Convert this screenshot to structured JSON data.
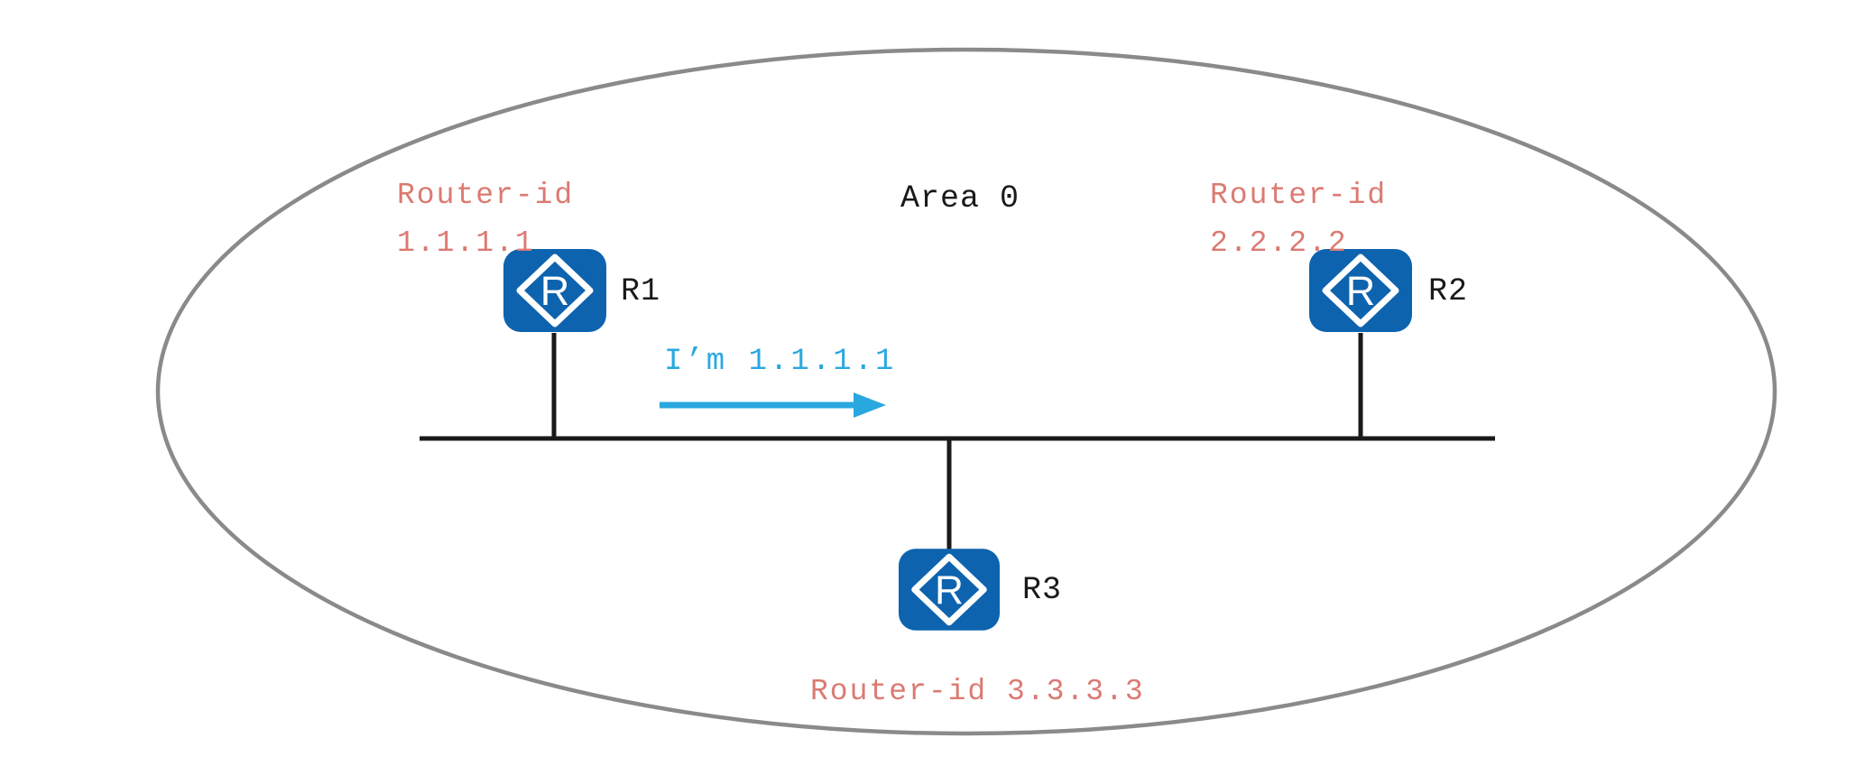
{
  "area": {
    "label": "Area 0"
  },
  "routers": [
    {
      "name": "R1",
      "id_label": "Router-id",
      "id_value": "1.1.1.1"
    },
    {
      "name": "R2",
      "id_label": "Router-id",
      "id_value": "2.2.2.2"
    },
    {
      "name": "R3",
      "id_label": "Router-id 3.3.3.3"
    }
  ],
  "message": {
    "text": "I’m 1.1.1.1",
    "direction": "right"
  },
  "icon": {
    "letter": "R"
  },
  "colors": {
    "router_blue": "#0E63AE",
    "id_text_red": "#DB7A72",
    "message_cyan": "#29A8E0",
    "ellipse_gray": "#8A8A8A",
    "line_black": "#1A1A1A"
  }
}
